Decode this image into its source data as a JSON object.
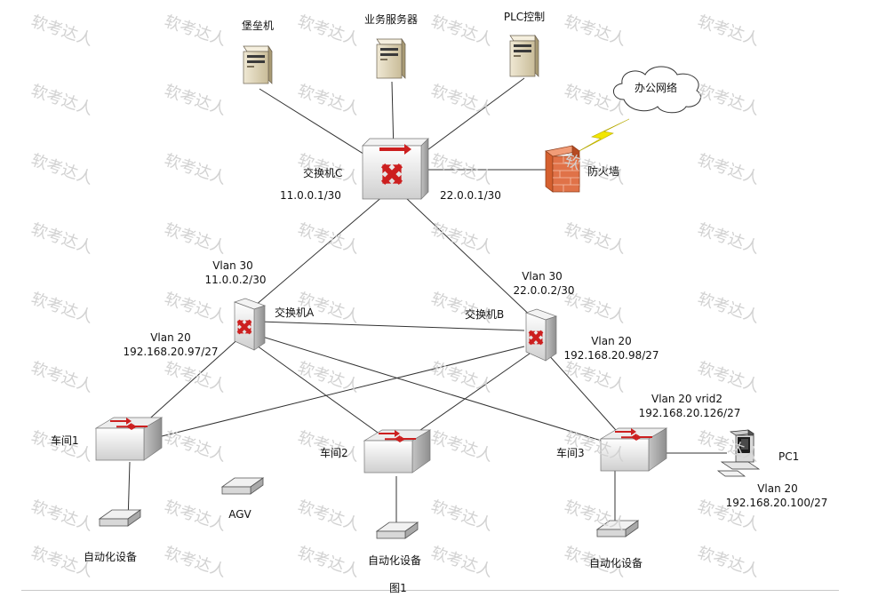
{
  "watermark": "软考达人",
  "figure_caption": "图1",
  "nodes": {
    "bastion": "堡垒机",
    "business_server": "业务服务器",
    "plc": "PLC控制",
    "office_network": "办公网络",
    "firewall": "防火墙",
    "switch_c": "交换机C",
    "switch_a": "交换机A",
    "switch_b": "交换机B",
    "workshop1": "车间1",
    "workshop2": "车间2",
    "workshop3": "车间3",
    "agv": "AGV",
    "pc1": "PC1",
    "automation1": "自动化设备",
    "automation2": "自动化设备",
    "automation3": "自动化设备"
  },
  "addresses": {
    "c_to_a": "11.0.0.1/30",
    "c_to_b": "22.0.0.1/30",
    "a_vlan30_name": "Vlan 30",
    "a_vlan30_ip": "11.0.0.2/30",
    "b_vlan30_name": "Vlan 30",
    "b_vlan30_ip": "22.0.0.2/30",
    "a_vlan20_name": "Vlan 20",
    "a_vlan20_ip": "192.168.20.97/27",
    "b_vlan20_name": "Vlan 20",
    "b_vlan20_ip": "192.168.20.98/27",
    "vrid_name": "Vlan 20 vrid2",
    "vrid_ip": "192.168.20.126/27",
    "pc1_vlan_name": "Vlan 20",
    "pc1_ip": "192.168.20.100/27"
  },
  "colors": {
    "server_body": "#e2d8bf",
    "switch_top": "#eeeeee",
    "switch_arrow": "#cc1f1f",
    "firewall": "#e07248",
    "lightning": "#f2e600",
    "link": "#333333"
  }
}
